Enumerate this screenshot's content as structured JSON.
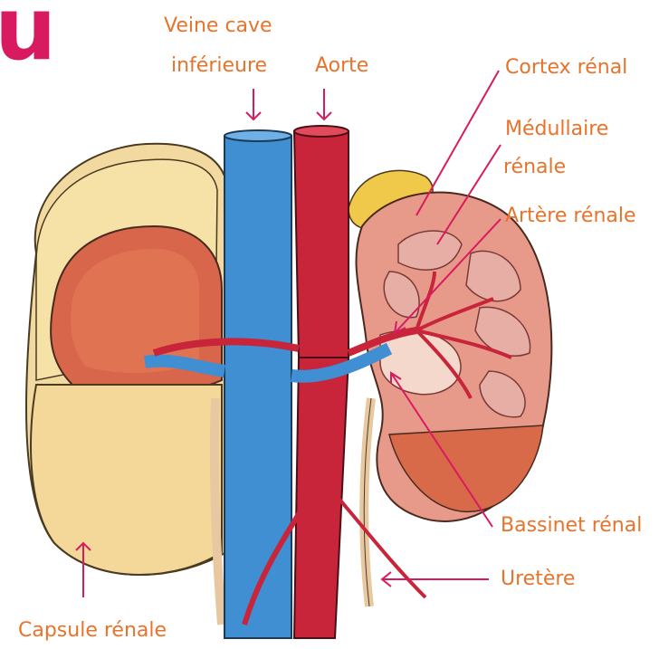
{
  "fragment": "u",
  "labels": {
    "vena_cava_line1": "Veine cave",
    "vena_cava_line2": "inférieure",
    "aorta": "Aorte",
    "cortex": "Cortex rénal",
    "medulla_line1": "Médullaire",
    "medulla_line2": "rénale",
    "artery": "Artère rénale",
    "pelvis": "Bassinet rénal",
    "ureter": "Uretère",
    "capsule": "Capsule rénale"
  },
  "colors": {
    "label": "#e8732a",
    "pointer": "#d81b60",
    "vein": "#3f8fd2",
    "artery": "#c8243a",
    "capsule": "#f2d9a0",
    "kidney": "#d8664a"
  }
}
